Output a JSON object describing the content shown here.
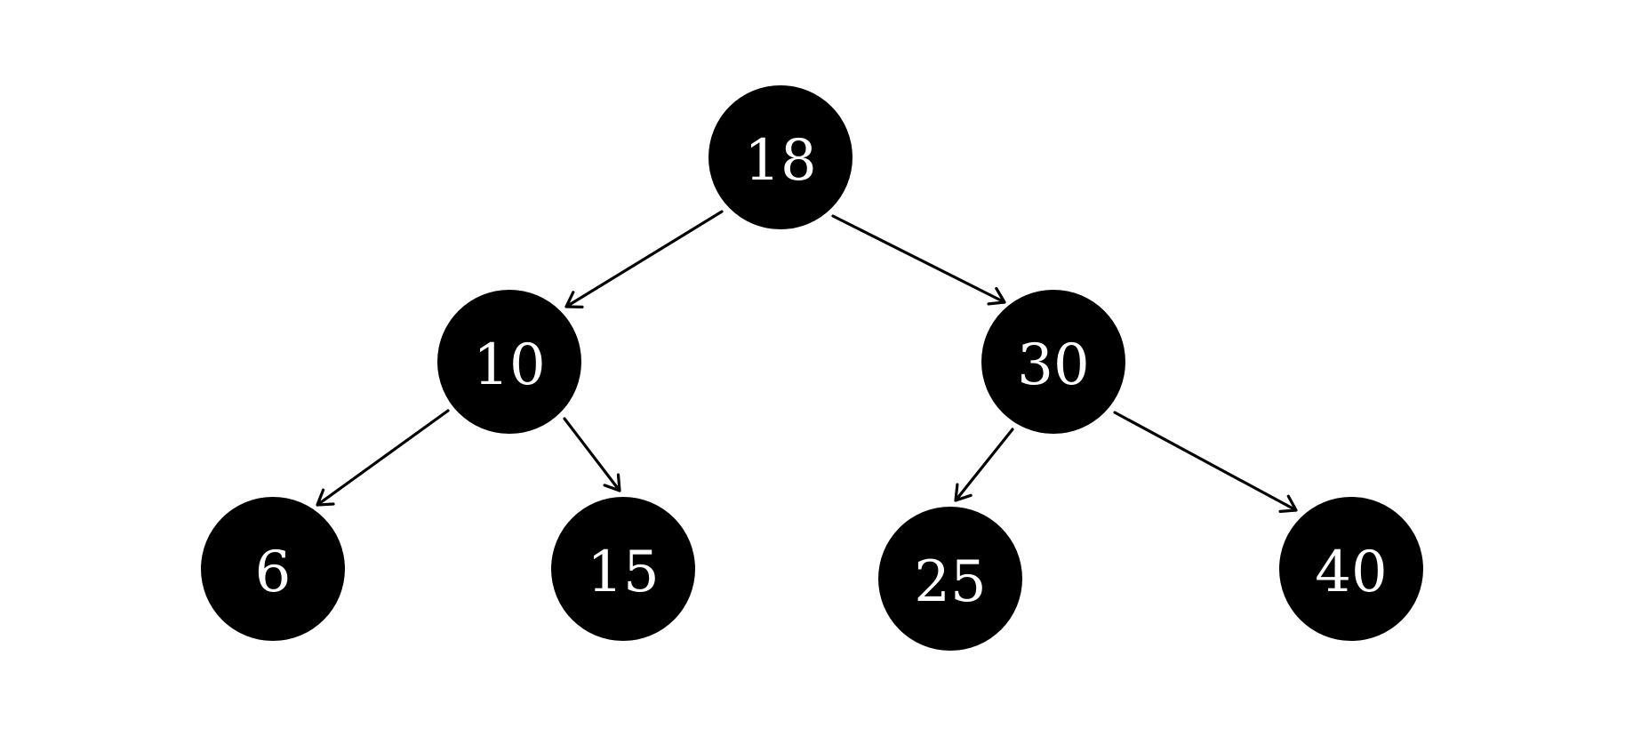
{
  "diagram": {
    "type": "binary-tree",
    "colors": {
      "node_fill": "#000000",
      "node_text": "#ffffff",
      "edge": "#000000",
      "background": "#ffffff"
    },
    "nodes": [
      {
        "id": "n18",
        "label": "18"
      },
      {
        "id": "n10",
        "label": "10"
      },
      {
        "id": "n30",
        "label": "30"
      },
      {
        "id": "n6",
        "label": "6"
      },
      {
        "id": "n15",
        "label": "15"
      },
      {
        "id": "n25",
        "label": "25"
      },
      {
        "id": "n40",
        "label": "40"
      }
    ],
    "edges": [
      {
        "from": "n18",
        "to": "n10"
      },
      {
        "from": "n18",
        "to": "n30"
      },
      {
        "from": "n10",
        "to": "n6"
      },
      {
        "from": "n10",
        "to": "n15"
      },
      {
        "from": "n30",
        "to": "n25"
      },
      {
        "from": "n30",
        "to": "n40"
      }
    ]
  }
}
